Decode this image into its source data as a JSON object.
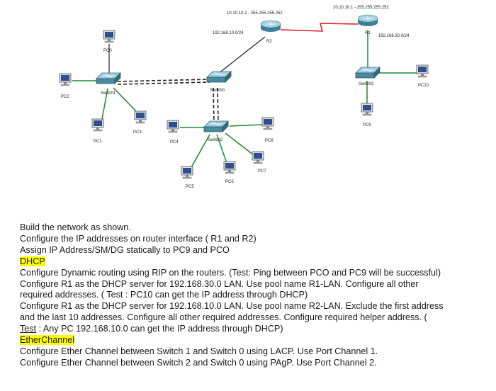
{
  "diagram": {
    "links": {
      "r2_wan": "10.10.10.2 - 255.255.255.252",
      "r1_wan": "10.10.10.1 - 255.255.255.252",
      "r2_lan": "192.168.10.0/24",
      "r1_lan": "192.168.30.0/24"
    },
    "devices": {
      "r2": "R2",
      "r1": "R1",
      "switch0": "Switch0",
      "switch1": "Switch1",
      "switch2": "Switch2",
      "switch3": "Switch3",
      "pc0": "PC0",
      "pc1": "PC1",
      "pc2": "PC2",
      "pc3": "PC3",
      "pc4": "PC4",
      "pc5": "PC5",
      "pc6": "PC6",
      "pc7": "PC7",
      "pc8": "PC8",
      "pc9": "PC9",
      "pc10": "PC10"
    }
  },
  "instructions": {
    "l1": "Build the network as shown.",
    "l2": "Configure the IP addresses on router interface ( R1 and R2)",
    "l3": "Assign IP Address/SM/DG statically to PC9 and PCO",
    "dhcp_heading": "DHCP",
    "l5": "Configure Dynamic routing using RIP on the routers. (Test: Ping between PCO and PC9 will be successful)",
    "l6": "Configure R1 as the DHCP server for 192.168.30.0 LAN. Use pool name R1-LAN. Configure all other",
    "l7": "required addresses.  ( Test : PC10 can get the IP address through DHCP)",
    "l8": "Configure R1 as the DHCP server for 192.168.10.0 LAN. Use pool name R2-LAN. Exclude the first address",
    "l9": "and the last 10 addresses. Configure all other required addresses. Configure required helper address. (",
    "l10_test": "Test",
    "l10_rest": " : Any PC 192.168.10.0 can get the IP address through DHCP)",
    "ether_heading": "EtherChannel",
    "l12": "Configure Ether Channel between Switch 1 and Switch 0 using LACP. Use Port Channel 1.",
    "l13": "Configure Ether Channel between Switch 2 and Switch 0 using PAgP. Use Port Channel 2."
  }
}
